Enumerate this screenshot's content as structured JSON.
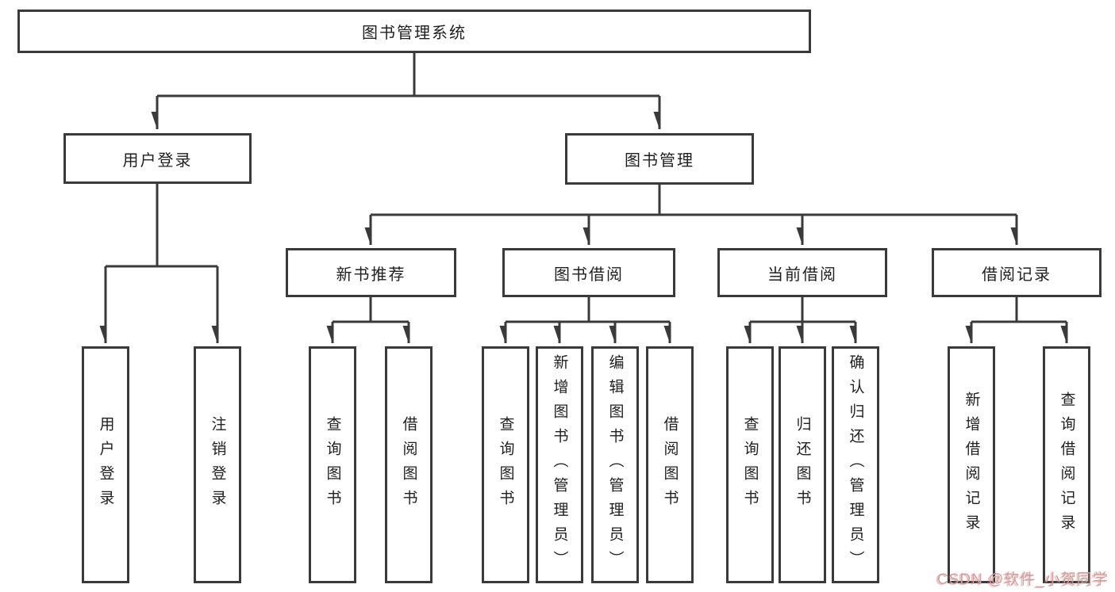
{
  "colors": {
    "line": "#3a3a3a",
    "box_border": "#3a3a3a",
    "box_background": "#ffffff",
    "text": "#1f1f1f",
    "watermark": "#c9a3a3",
    "page_background": "#ffffff"
  },
  "watermark": {
    "text": "CSDN @软件_小贺同学"
  },
  "tree": {
    "label": "图书管理系统",
    "children": [
      {
        "label": "用户登录",
        "children": [
          {
            "label": "用户登录"
          },
          {
            "label": "注销登录"
          }
        ]
      },
      {
        "label": "图书管理",
        "children": [
          {
            "label": "新书推荐",
            "children": [
              {
                "label": "查询图书"
              },
              {
                "label": "借阅图书"
              }
            ]
          },
          {
            "label": "图书借阅",
            "children": [
              {
                "label": "查询图书"
              },
              {
                "label": "新增图书（管理员）"
              },
              {
                "label": "编辑图书（管理员）"
              },
              {
                "label": "借阅图书"
              }
            ]
          },
          {
            "label": "当前借阅",
            "children": [
              {
                "label": "查询图书"
              },
              {
                "label": "归还图书"
              },
              {
                "label": "确认归还（管理员）"
              }
            ]
          },
          {
            "label": "借阅记录",
            "children": [
              {
                "label": "新增借阅记录"
              },
              {
                "label": "查询借阅记录"
              }
            ]
          }
        ]
      }
    ]
  }
}
